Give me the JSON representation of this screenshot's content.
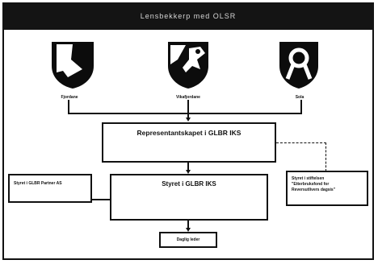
{
  "header": {
    "title": "Lensbekkerp med OLSR"
  },
  "logos": [
    {
      "name": "left-shield-icon",
      "caption": "Fjordane"
    },
    {
      "name": "skier-shield-icon",
      "caption": "Vikafjordane"
    },
    {
      "name": "ribbon-shield-icon",
      "caption": "Sola"
    }
  ],
  "boxes": {
    "representantskap": "Representantskapet i GLBR IKS",
    "styret": "Styret i GLBR IKS",
    "styret_partner": "Styret i GLBR Partner AS",
    "daglig_leder": "Daglig leder",
    "styret_stiftelsen_line1": "Styret i stiftelsen",
    "styret_stiftelsen_line2": "\"Etterbruksfond for",
    "styret_stiftelsen_line3": "Reversutlivers dagsis\""
  },
  "colors": {
    "line": "#111111",
    "header_bg": "#141414",
    "page_bg": "#ffffff"
  }
}
